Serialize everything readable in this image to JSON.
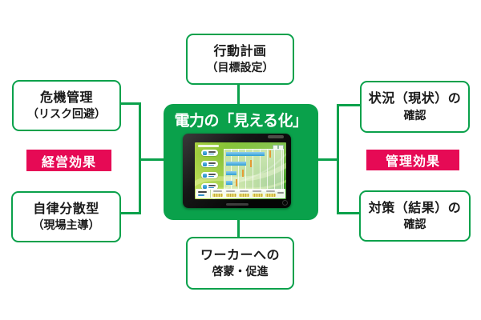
{
  "diagram": {
    "center": {
      "title": "電力の「見える化」"
    },
    "nodes": {
      "top": {
        "line1": "行動計画",
        "line2": "（目標設定）"
      },
      "left_top": {
        "line1": "危機管理",
        "line2": "（リスク回避）"
      },
      "left_bottom": {
        "line1": "自律分散型",
        "line2": "（現場主導）"
      },
      "right_top": {
        "line1": "状況（現状）の",
        "line2": "確認"
      },
      "right_bottom": {
        "line1": "対策（結果）の",
        "line2": "確認"
      },
      "bottom": {
        "line1": "ワーカーへの",
        "line2": "啓蒙・促進"
      }
    },
    "badges": {
      "left": "経営効果",
      "right": "管理効果"
    },
    "colors": {
      "green_accent": "#0aa14b",
      "pink_accent": "#e60a55",
      "node_text": "#1a1a1a",
      "node_background": "#ffffff"
    }
  },
  "tablet": {
    "screen": {
      "list_pill_count": 4,
      "toolbar_group_count": 5,
      "chart": {
        "type": "bar",
        "orientation": "horizontal",
        "bar_fractions": [
          0.72,
          0.38,
          0.2,
          0.12
        ],
        "marker_fractions": [
          0.82,
          0.46,
          0.3,
          0.18
        ],
        "bar_color": "#2e9fd6",
        "marker_color": "#e59a35",
        "grid": true
      }
    }
  }
}
